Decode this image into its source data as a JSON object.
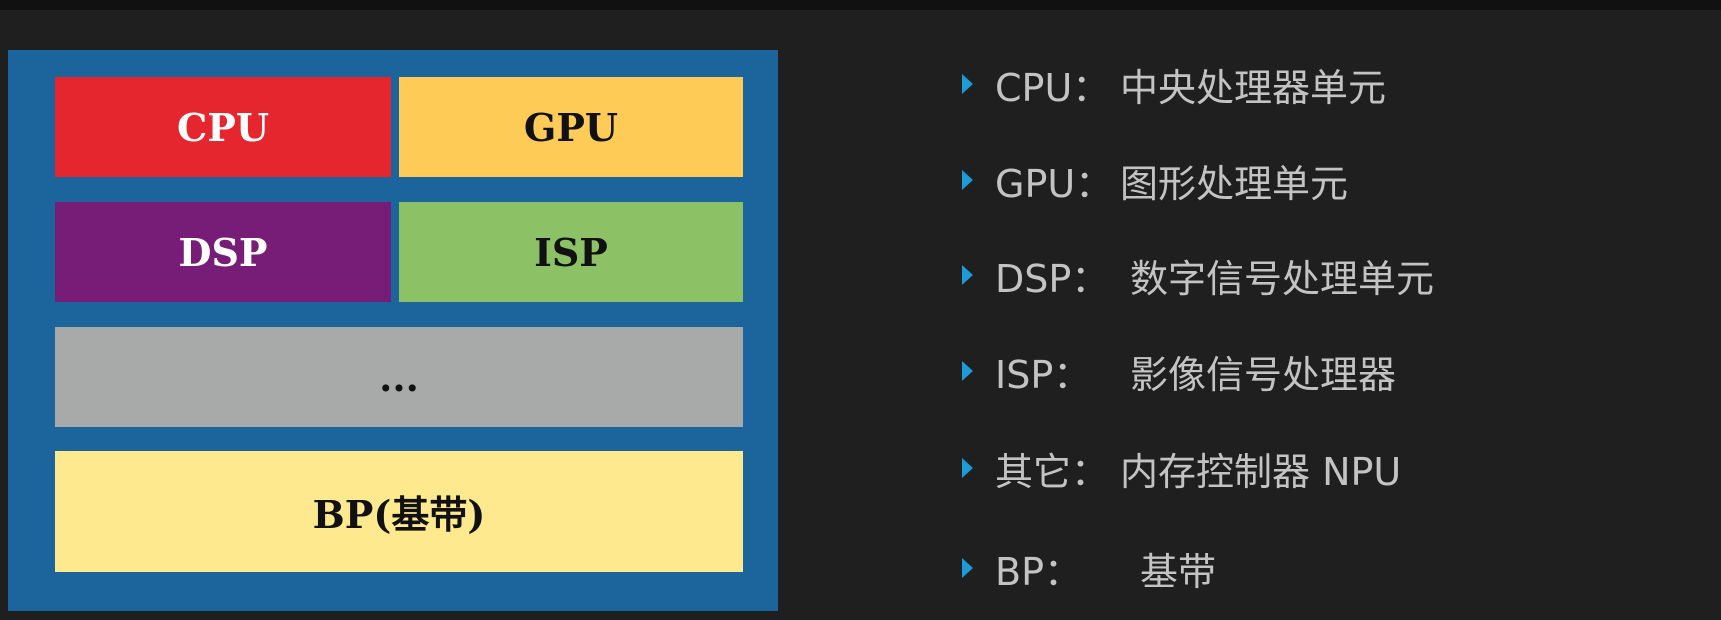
{
  "diagram": {
    "blocks": {
      "cpu": "CPU",
      "gpu": "GPU",
      "dsp": "DSP",
      "isp": "ISP",
      "other": "...",
      "bp": "BP(基带)"
    },
    "legend": [
      {
        "term": "CPU：",
        "desc": "中央处理器单元"
      },
      {
        "term": "GPU：",
        "desc": "图形处理单元"
      },
      {
        "term": "DSP：",
        "desc": "数字信号处理单元"
      },
      {
        "term": "ISP：",
        "desc": "影像信号处理器"
      },
      {
        "term": "其它：",
        "desc": "内存控制器 NPU"
      },
      {
        "term": "BP：",
        "desc": "基带"
      }
    ]
  }
}
